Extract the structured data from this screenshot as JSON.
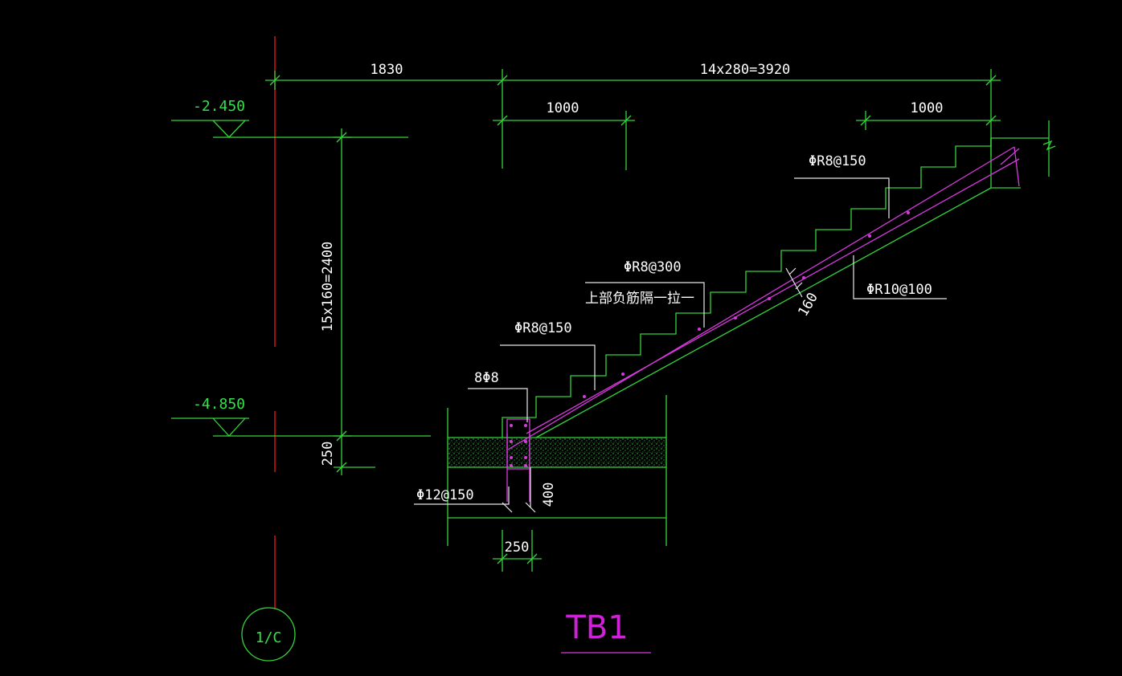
{
  "drawing": {
    "title": "TB1",
    "axis_label": "1/C",
    "elevations": {
      "top": "-2.450",
      "bottom": "-4.850"
    },
    "dimensions": {
      "left_span": "1830",
      "stair_span": "14x280=3920",
      "bottom_landing": "1000",
      "top_landing": "1000",
      "vertical_rise": "15x160=2400",
      "footing_height": "250",
      "beam_depth": "400",
      "beam_width": "250",
      "slab_thickness": "160"
    },
    "rebar_labels": {
      "top_rebar": "ΦR8@150",
      "mid_rebar": "ΦR8@300",
      "mid_note": "上部负筋隔一拉一",
      "lower_rebar": "ΦR8@150",
      "beam_rebar": "8Φ8",
      "beam_stirrup": "Φ12@150",
      "bottom_rebar": "ΦR10@100"
    },
    "colors": {
      "background": "#000000",
      "dimension": "#33d43a",
      "leader": "#e8e8e8",
      "rebar": "#d63adc",
      "axis": "#e01818"
    }
  }
}
